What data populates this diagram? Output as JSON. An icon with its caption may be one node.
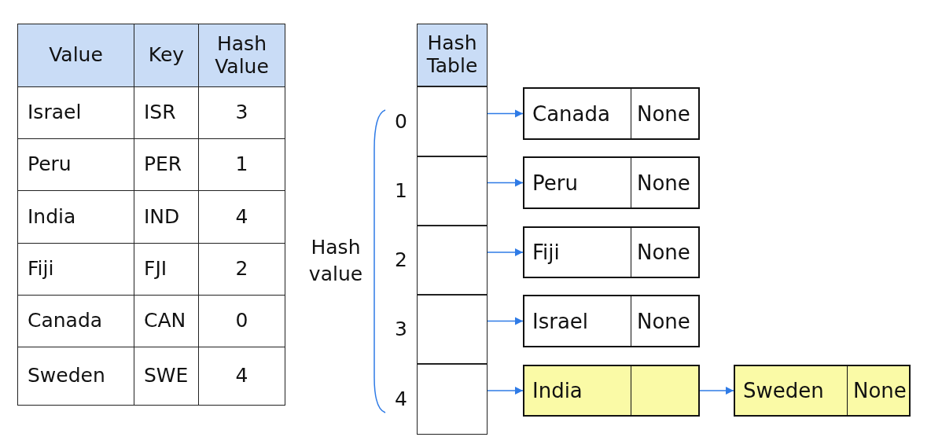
{
  "diagram": {
    "nodes": [
      {
        "text": [
          "Hash Table"
        ]
      },
      {
        "text": [],
        "shape": "box",
        "beside": [
          "0"
        ]
      },
      {
        "text": [],
        "shape": "box",
        "beside": [
          "1"
        ]
      },
      {
        "text": [],
        "shape": "box",
        "beside": [
          "2"
        ]
      },
      {
        "text": [],
        "shape": "box",
        "beside": [
          "3"
        ]
      },
      {
        "text": [],
        "shape": "box",
        "beside": [
          "4"
        ]
      },
      {
        "text": [
          "Canada",
          "None"
        ]
      },
      {
        "text": [
          "Peru",
          "None"
        ]
      },
      {
        "text": [
          "Fiji",
          "None"
        ]
      },
      {
        "text": [
          "Israel",
          "None"
        ]
      },
      {
        "text": [
          "India"
        ]
      },
      {
        "text": [
          "Sweden",
          "None"
        ]
      }
    ],
    "edges": [
      {
        "from": 1,
        "to": 6,
        "arrow": "to"
      },
      {
        "from": 2,
        "to": 7,
        "arrow": "to"
      },
      {
        "from": 3,
        "to": 8,
        "arrow": "to"
      },
      {
        "from": 4,
        "to": 9,
        "arrow": "to"
      },
      {
        "from": 5,
        "to": 10,
        "arrow": "to"
      },
      {
        "from": 10,
        "to": 11,
        "arrow": "to"
      }
    ],
    "labels": [
      "Hash value",
      "Value",
      "Key",
      "Hash Value",
      "Israel",
      "ISR",
      "3",
      "Peru",
      "PER",
      "1",
      "India",
      "IND",
      "4",
      "Fiji",
      "FJI",
      "2",
      "Canada",
      "CAN",
      "0",
      "Sweden",
      "SWE",
      "4"
    ]
  }
}
